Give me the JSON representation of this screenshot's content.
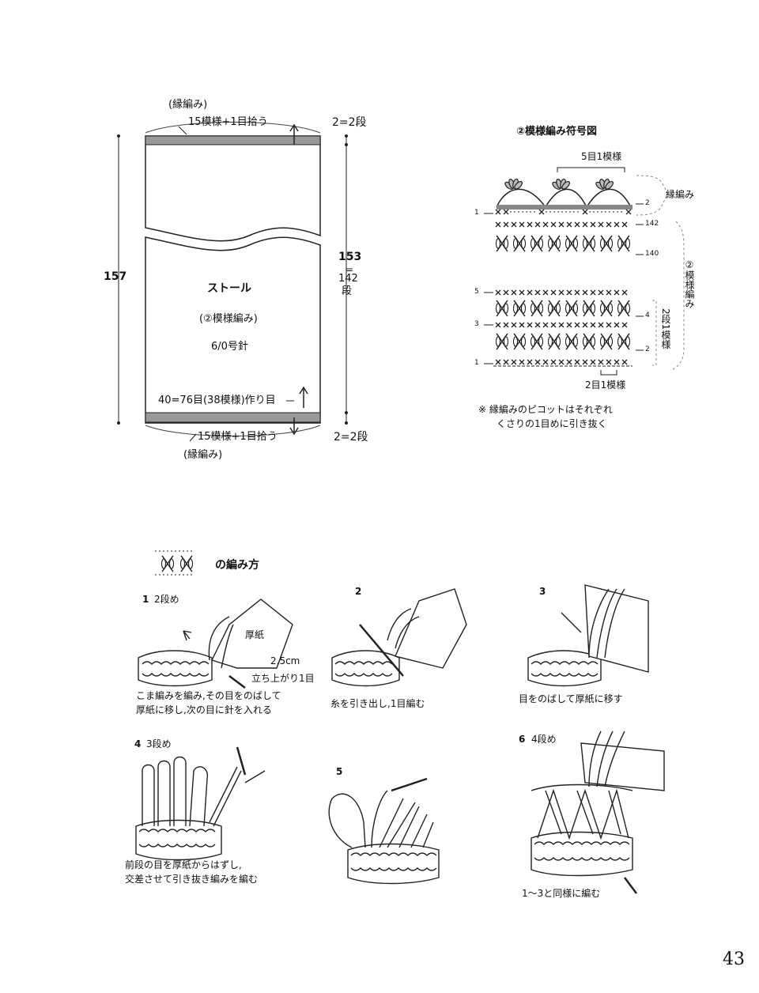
{
  "schematic": {
    "top_edge_label": "(縁編み)",
    "top_pickup": "15模様+1目拾う",
    "top_rows": "2=2段",
    "height_total": "157",
    "height_body_num": "153",
    "height_body_eq": "=",
    "height_body_rows": "142",
    "height_body_unit": "段",
    "title": "ストール",
    "pattern_name": "(②模様編み)",
    "needle": "6/0号針",
    "foundation": "40=76目(38模様)作り目",
    "bottom_pickup": "15模様+1目拾う",
    "bottom_edge_label": "(縁編み)",
    "bottom_rows": "2=2段"
  },
  "symbol_chart": {
    "title": "②模様編み符号図",
    "repeat_top": "5目1模様",
    "edge_label": "縁編み",
    "row_2": "2",
    "row_142": "142",
    "row_140": "140",
    "row_1_top": "1",
    "row_5": "5",
    "row_4": "4",
    "row_3": "3",
    "row_2b": "2",
    "row_1": "1",
    "pattern_side": "②模様編み",
    "two_rows_repeat": "2段1模様",
    "repeat_bottom": "2目1模様",
    "note_line1": "※ 縁編みのピコットはそれぞれ",
    "note_line2": "くさりの1目めに引き抜く"
  },
  "howto": {
    "heading": "の編み方",
    "steps": [
      {
        "num": "1",
        "title": "2段め",
        "label_card": "厚紙",
        "label_size": "2.5cm",
        "label_chain": "立ち上がり1目",
        "caption1": "こま編みを編み,その目をのばして",
        "caption2": "厚紙に移し,次の目に針を入れる"
      },
      {
        "num": "2",
        "title": "",
        "caption1": "糸を引き出し,1目編む",
        "caption2": ""
      },
      {
        "num": "3",
        "title": "",
        "caption1": "目をのばして厚紙に移す",
        "caption2": ""
      },
      {
        "num": "4",
        "title": "3段め",
        "caption1": "前段の目を厚紙からはずし,",
        "caption2": "交差させて引き抜き編みを編む"
      },
      {
        "num": "5",
        "title": "",
        "caption1": "",
        "caption2": ""
      },
      {
        "num": "6",
        "title": "4段め",
        "caption1": "1～3と同様に編む",
        "caption2": ""
      }
    ]
  },
  "page_number": "43"
}
